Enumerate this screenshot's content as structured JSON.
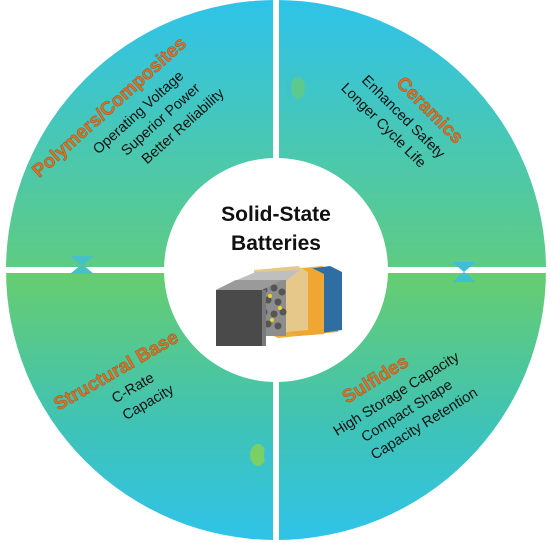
{
  "center": {
    "title_line1": "Solid-State",
    "title_line2": "Batteries"
  },
  "quadrants": {
    "polymers": {
      "title": "Polymers/Composites",
      "items": [
        "Operating Voltage",
        "Superior Power",
        "Better Reliability"
      ]
    },
    "ceramics": {
      "title": "Ceramics",
      "items": [
        "Enhanced Safety",
        "Longer Cycle Life"
      ]
    },
    "structural": {
      "title": "Structural Base",
      "items": [
        "C-Rate",
        "Capacity"
      ]
    },
    "sulfides": {
      "title": "Sulfides",
      "items": [
        "High Storage Capacity",
        "Compact Shape",
        "Capacity Retention"
      ]
    }
  },
  "colors": {
    "gradient_top": "#2fc3ea",
    "gradient_bottom": "#78d05a",
    "title_orange": "#d9712a",
    "connector_blue": "#3fb6e0",
    "connector_green": "#6cc86a"
  },
  "icons": {
    "center": "battery-cell-icon"
  }
}
